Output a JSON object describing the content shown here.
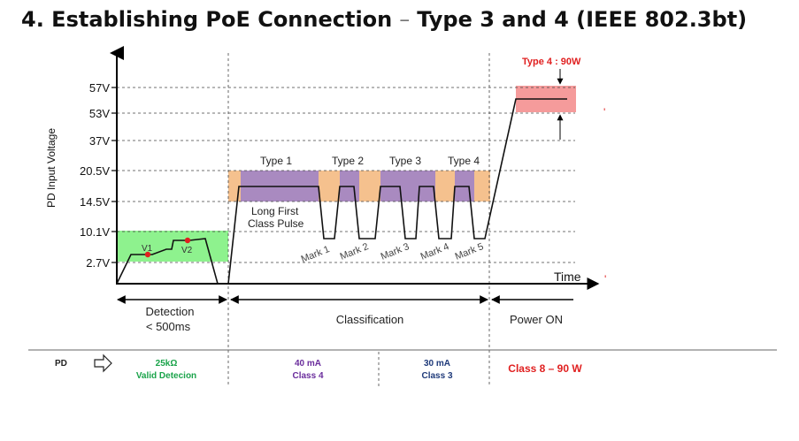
{
  "title": {
    "main": "4. Establishing PoE Connection",
    "separator": "–",
    "subtitle": "Type 3 and 4 (IEEE 802.3bt)"
  },
  "axes": {
    "y_label": "PD Input Voltage",
    "x_label": "Time",
    "voltage_levels": [
      "57V",
      "53V",
      "37V",
      "20.5V",
      "14.5V",
      "10.1V",
      "2.7V"
    ]
  },
  "annotations": {
    "type4_power": "Type 4 : 90W",
    "long_first_pulse": [
      "Long First",
      "Class Pulse"
    ],
    "v1": "V1",
    "v2": "V2",
    "class_types": [
      "Type 1",
      "Type 2",
      "Type 3",
      "Type 4"
    ],
    "marks": [
      "Mark 1",
      "Mark 2",
      "Mark 3",
      "Mark 4",
      "Mark 5"
    ]
  },
  "phases": {
    "detection": [
      "Detection",
      "< 500ms"
    ],
    "classification": "Classification",
    "power_on": "Power ON"
  },
  "pd_row": {
    "label": "PD",
    "detection": [
      "25kΩ",
      "Valid Detecion"
    ],
    "class_type1": [
      "40 mA",
      "Class 4"
    ],
    "class_type2": [
      "30 mA",
      "Class 3"
    ],
    "power": "Class 8 – 90 W"
  },
  "colors": {
    "detection_band": "#8ef28e",
    "class_purple": "#a98ac0",
    "class_orange": "#f5c18e",
    "power_band": "#f59b9b",
    "red_text": "#e02020",
    "green_text": "#1aa34a",
    "purple_text": "#6a2d9c",
    "navy_text": "#1f3a7a",
    "marker": "#e02020"
  }
}
